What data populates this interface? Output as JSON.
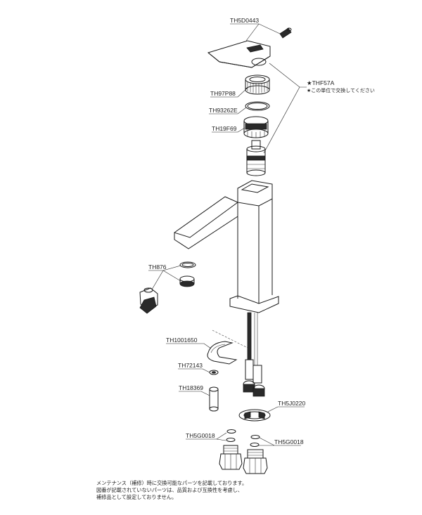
{
  "parts": {
    "handle_cap": "TH5D0443",
    "cartridge_set": "★THF57A",
    "cartridge_note": "★この単位で交換してください",
    "nut": "TH97P88",
    "ring": "TH93262E",
    "holder": "TH19F69",
    "aerator": "TH876",
    "bracket": "TH1001650",
    "washer": "TH72143",
    "spacer": "TH18369",
    "fixing_plate": "TH5J0220",
    "adapter_left": "TH5G0018",
    "adapter_right": "TH5G0018"
  },
  "footer": {
    "line1": "メンテナンス（補修）時に交換可能なパーツを記載しております。",
    "line2": "図番が記載されていないパーツは、品質および互換性を考慮し、",
    "line3": "補修品として設定しておりません。"
  }
}
